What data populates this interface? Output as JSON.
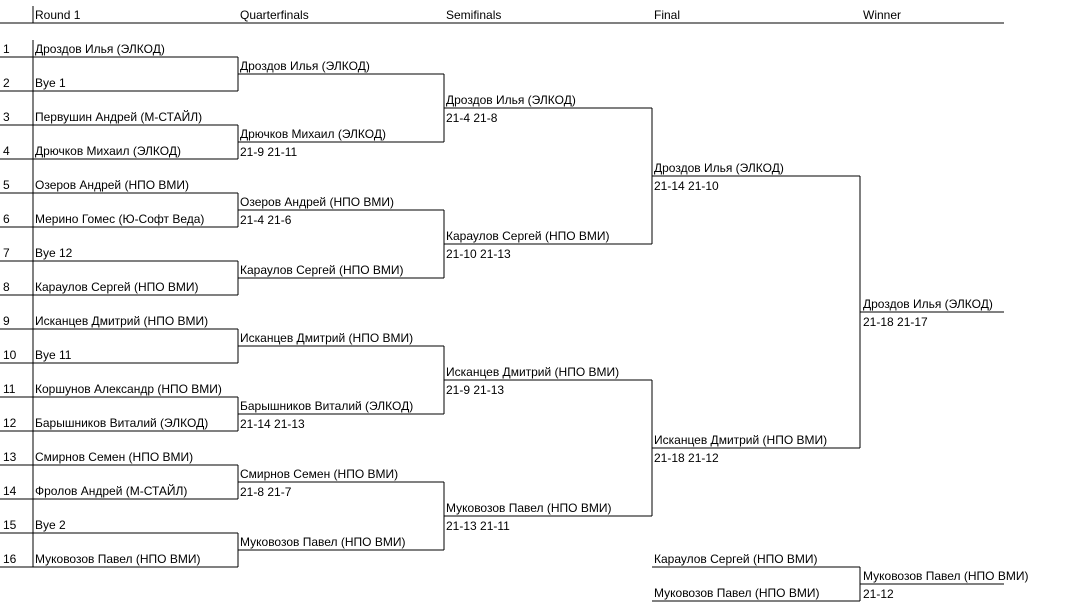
{
  "headers": [
    "Round 1",
    "Quarterfinals",
    "Semifinals",
    "Final",
    "Winner"
  ],
  "round1": [
    {
      "seed": "1",
      "name": "Дроздов Илья (ЭЛКОД)"
    },
    {
      "seed": "2",
      "name": "Bye 1"
    },
    {
      "seed": "3",
      "name": "Первушин Андрей (М-СТАЙЛ)"
    },
    {
      "seed": "4",
      "name": "Дрючков Михаил (ЭЛКОД)"
    },
    {
      "seed": "5",
      "name": "Озеров Андрей (НПО ВМИ)"
    },
    {
      "seed": "6",
      "name": "Мерино Гомес (Ю-Софт Веда)"
    },
    {
      "seed": "7",
      "name": "Bye 12"
    },
    {
      "seed": "8",
      "name": "Караулов Сергей (НПО ВМИ)"
    },
    {
      "seed": "9",
      "name": "Исканцев Дмитрий (НПО ВМИ)"
    },
    {
      "seed": "10",
      "name": "Bye 11"
    },
    {
      "seed": "11",
      "name": "Коршунов Александр (НПО ВМИ)"
    },
    {
      "seed": "12",
      "name": "Барышников Виталий (ЭЛКОД)"
    },
    {
      "seed": "13",
      "name": "Смирнов Семен (НПО ВМИ)"
    },
    {
      "seed": "14",
      "name": "Фролов Андрей (М-СТАЙЛ)"
    },
    {
      "seed": "15",
      "name": "Bye 2"
    },
    {
      "seed": "16",
      "name": "Муковозов Павел (НПО ВМИ)"
    }
  ],
  "quarterfinals": [
    {
      "name": "Дроздов Илья (ЭЛКОД)",
      "score": ""
    },
    {
      "name": "Дрючков Михаил (ЭЛКОД)",
      "score": "21-9 21-11"
    },
    {
      "name": "Озеров Андрей (НПО ВМИ)",
      "score": "21-4 21-6"
    },
    {
      "name": "Караулов Сергей (НПО ВМИ)",
      "score": ""
    },
    {
      "name": "Исканцев Дмитрий (НПО ВМИ)",
      "score": ""
    },
    {
      "name": "Барышников Виталий (ЭЛКОД)",
      "score": "21-14 21-13"
    },
    {
      "name": "Смирнов Семен (НПО ВМИ)",
      "score": "21-8 21-7"
    },
    {
      "name": "Муковозов Павел (НПО ВМИ)",
      "score": ""
    }
  ],
  "semifinals": [
    {
      "name": "Дроздов Илья (ЭЛКОД)",
      "score": "21-4 21-8"
    },
    {
      "name": "Караулов Сергей (НПО ВМИ)",
      "score": "21-10 21-13"
    },
    {
      "name": "Исканцев Дмитрий (НПО ВМИ)",
      "score": "21-9 21-13"
    },
    {
      "name": "Муковозов Павел (НПО ВМИ)",
      "score": "21-13 21-11"
    }
  ],
  "final": [
    {
      "name": "Дроздов Илья (ЭЛКОД)",
      "score": "21-14 21-10"
    },
    {
      "name": "Исканцев Дмитрий (НПО ВМИ)",
      "score": "21-18 21-12"
    }
  ],
  "winner": {
    "name": "Дроздов Илья (ЭЛКОД)",
    "score": "21-18 21-17"
  },
  "third_place": {
    "players": [
      "Караулов Сергей (НПО ВМИ)",
      "Муковозов Павел (НПО ВМИ)"
    ],
    "result": {
      "name": "Муковозов Павел (НПО ВМИ)",
      "score": "21-12"
    }
  }
}
